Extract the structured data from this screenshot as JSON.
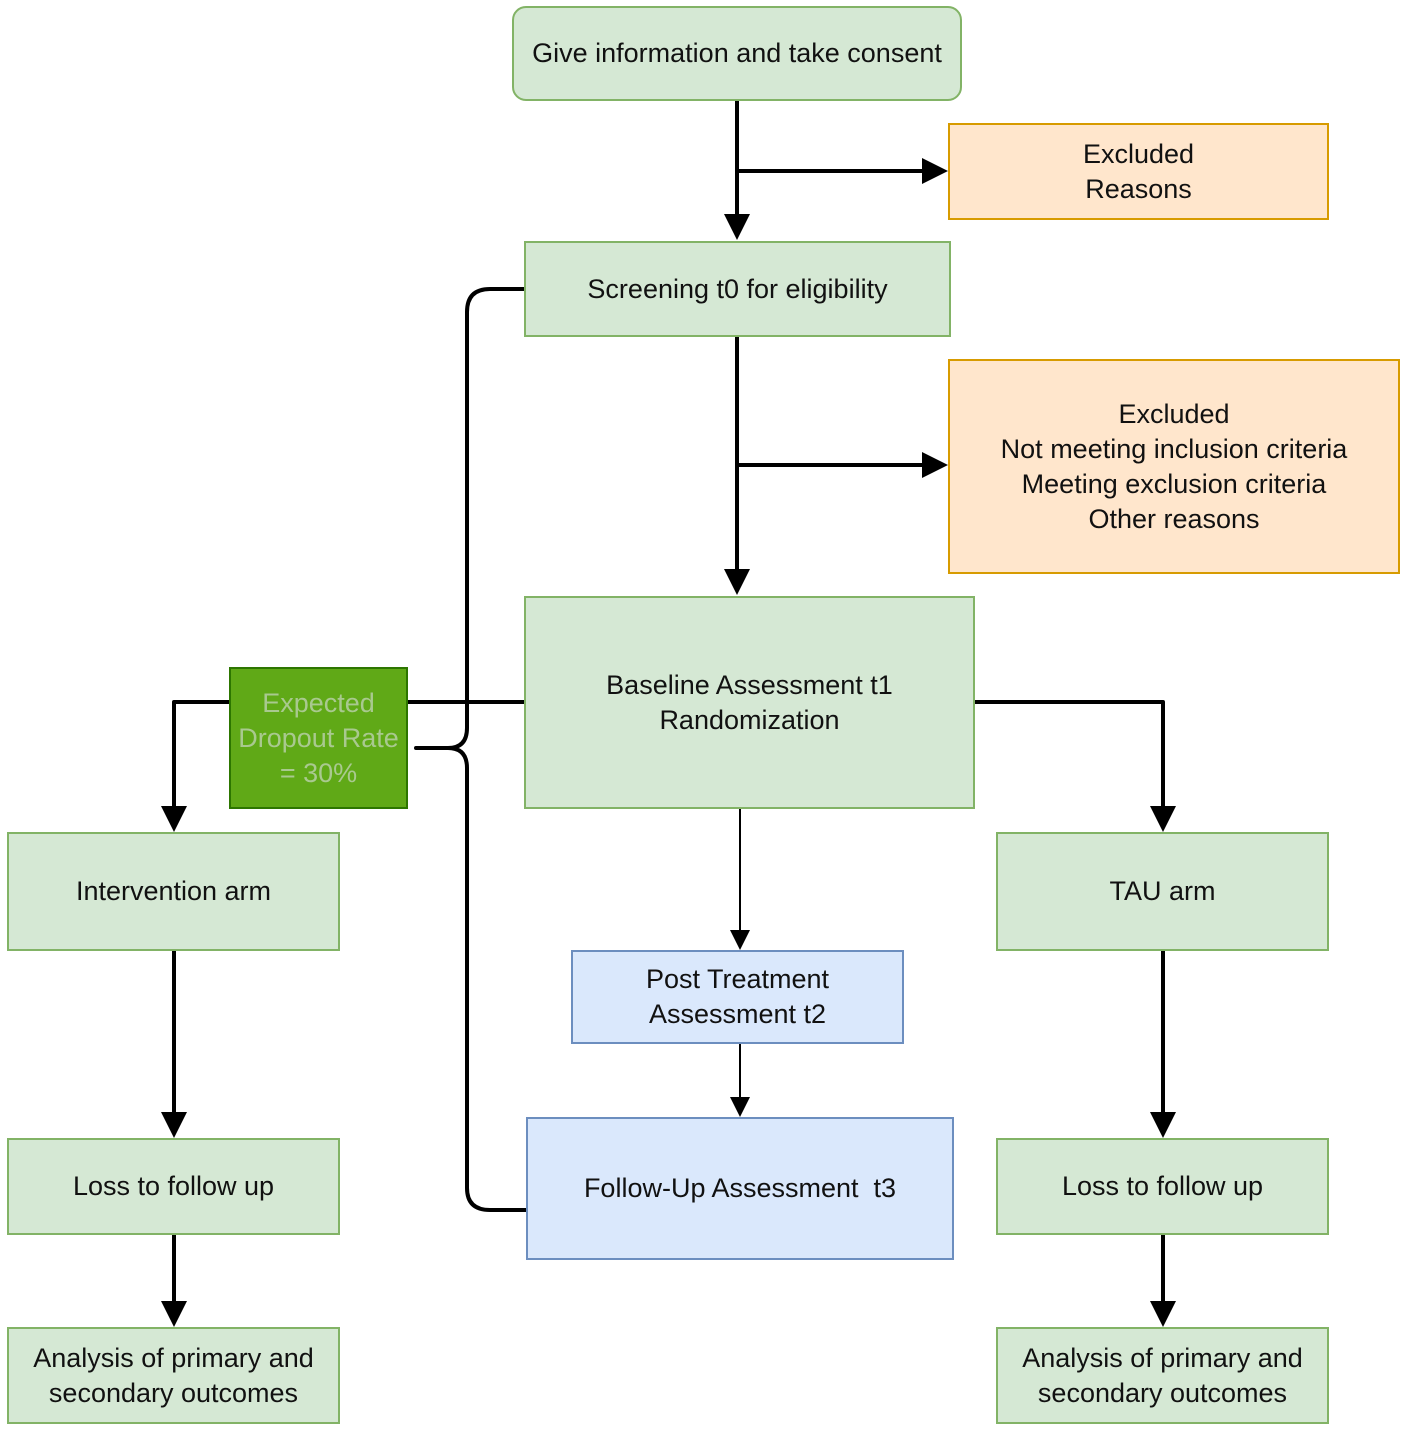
{
  "nodes": {
    "consent": [
      "Give information and take consent"
    ],
    "excluded_top": [
      "Excluded",
      "Reasons"
    ],
    "screening": [
      "Screening t0 for eligibility"
    ],
    "excluded_mid": [
      "Excluded",
      "Not meeting inclusion criteria",
      "Meeting exclusion criteria",
      "Other reasons"
    ],
    "baseline": [
      "Baseline Assessment t1",
      "Randomization"
    ],
    "dropout": [
      "Expected",
      "Dropout Rate",
      "= 30%"
    ],
    "intervention_arm": [
      "Intervention arm"
    ],
    "tau_arm": [
      "TAU arm"
    ],
    "post_treatment": [
      "Post Treatment",
      "Assessment t2"
    ],
    "follow_up": [
      "Follow-Up Assessment  t3"
    ],
    "loss_left": [
      "Loss to follow up"
    ],
    "loss_right": [
      "Loss to follow up"
    ],
    "analysis_left": [
      "Analysis of primary and",
      "secondary outcomes"
    ],
    "analysis_right": [
      "Analysis of primary and",
      "secondary outcomes"
    ]
  },
  "colors": {
    "green_fill": "#d5e8d4",
    "green_stroke": "#82b366",
    "orange_fill": "#ffe6cc",
    "orange_stroke": "#d79b00",
    "blue_fill": "#dae8fc",
    "blue_stroke": "#6c8ebf",
    "dropout_fill": "#60a917",
    "dropout_text": "#a9c98f",
    "edge": "#000000"
  }
}
